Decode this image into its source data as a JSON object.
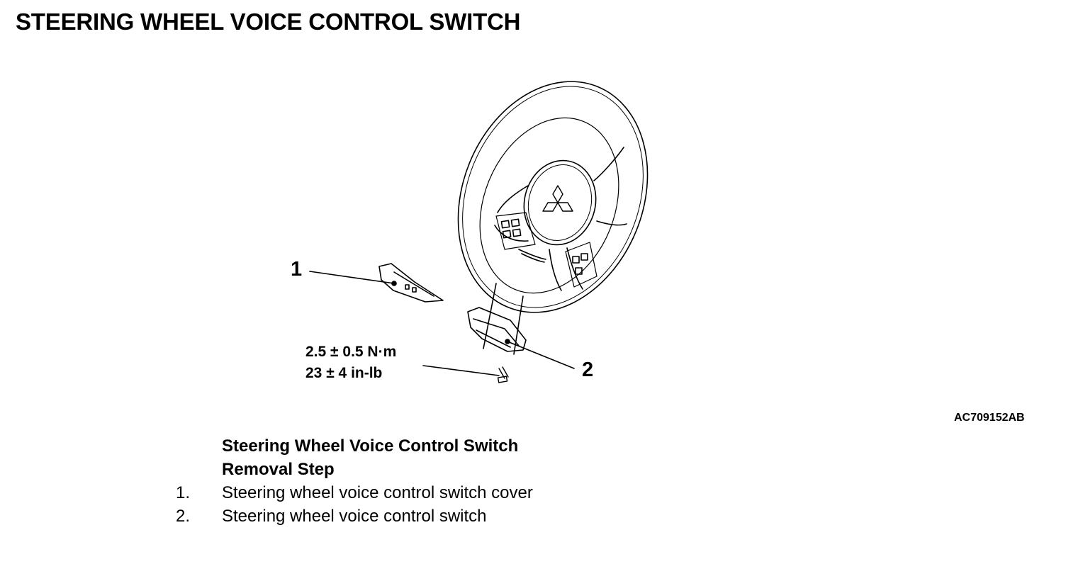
{
  "title": "STEERING WHEEL VOICE CONTROL SWITCH",
  "figure": {
    "code": "AC709152AB",
    "callouts": [
      "1",
      "2"
    ],
    "torque_line1": "2.5 ± 0.5 N·m",
    "torque_line2": "23 ± 4 in-lb"
  },
  "procedure": {
    "heading": "Steering Wheel Voice Control Switch Removal Step",
    "steps": [
      {
        "number": "1.",
        "text": "Steering wheel voice control switch cover"
      },
      {
        "number": "2.",
        "text": "Steering wheel voice control switch"
      }
    ]
  }
}
